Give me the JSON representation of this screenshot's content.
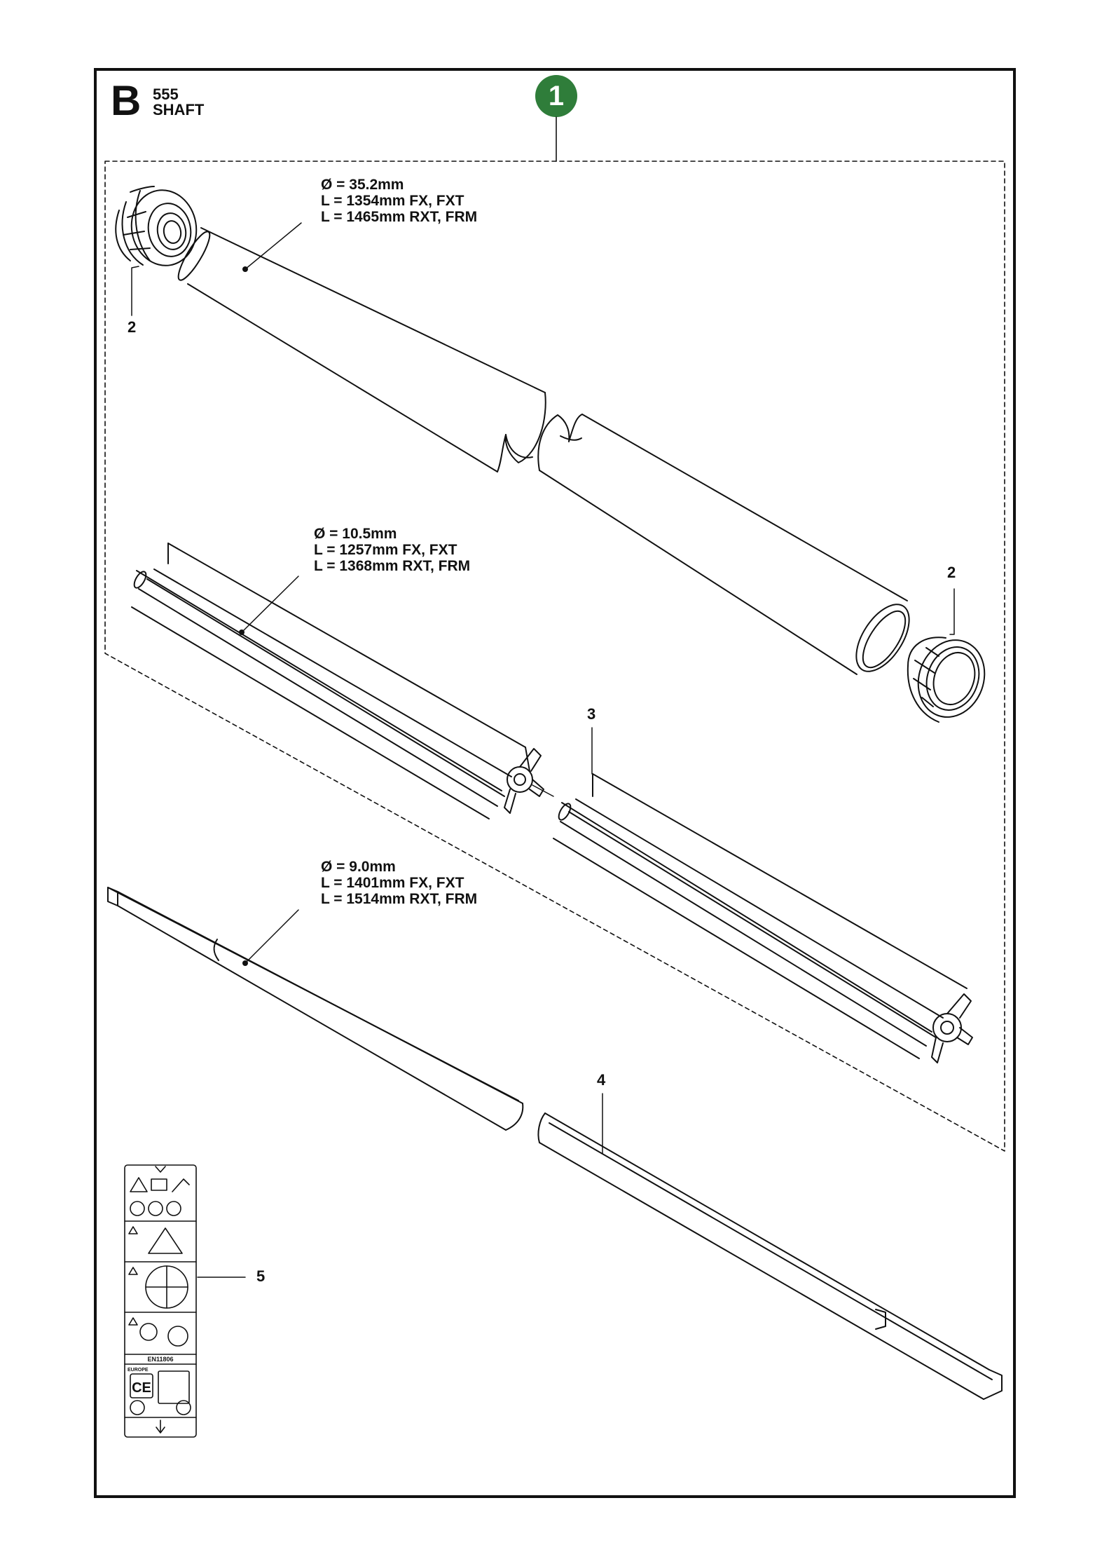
{
  "section": {
    "letter": "B",
    "number": "555",
    "name": "SHAFT"
  },
  "assembly_badge": "1",
  "callouts": {
    "part_2_top": "2",
    "part_2_right": "2",
    "part_3": "3",
    "part_4": "4",
    "part_5": "5"
  },
  "specs": {
    "tube": {
      "diameter": "Ø = 35.2mm",
      "length_a": "L = 1354mm FX, FXT",
      "length_b": "L = 1465mm RXT, FRM"
    },
    "liner": {
      "diameter": "Ø = 10.5mm",
      "length_a": "L = 1257mm FX, FXT",
      "length_b": "L = 1368mm RXT, FRM"
    },
    "drive_shaft": {
      "diameter": "Ø = 9.0mm",
      "length_a": "L = 1401mm FX, FXT",
      "length_b": "L = 1514mm RXT, FRM"
    }
  },
  "decal": {
    "standard": "EN11806",
    "region": "EUROPE",
    "ce_mark": "CE"
  },
  "colors": {
    "line": "#111111",
    "badge": "#2f7d3a"
  }
}
